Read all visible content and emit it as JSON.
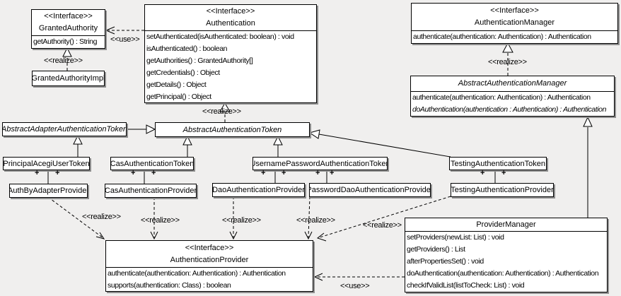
{
  "diagram": {
    "kind": "UML class diagram",
    "background": "#f0efee",
    "box_fill": "#ffffff",
    "border_color": "#000000",
    "shadow_color": "#8f8f8f"
  },
  "labels": {
    "realize": "<<realize>>",
    "use": "<<use>>",
    "plus": "+"
  },
  "classes": {
    "granted_authority": {
      "stereotype": "<<Interface>>",
      "name": "GrantedAuthority",
      "methods": [
        "getAuthority() : String"
      ]
    },
    "granted_authority_impl": {
      "name": "GrantedAuthorityImpl"
    },
    "authentication": {
      "stereotype": "<<Interface>>",
      "name": "Authentication",
      "methods": [
        "setAuthenticated(isAuthenticated: boolean) : void",
        "isAuthenticated() : boolean",
        "getAuthorities() : GrantedAuthority[]",
        "getCredentials() : Object",
        "getDetails() : Object",
        "getPrincipal() : Object"
      ]
    },
    "authentication_manager": {
      "stereotype": "<<Interface>>",
      "name": "AuthenticationManager",
      "methods": [
        "authenticate(authentication: Authentication) : Authentication"
      ]
    },
    "abstract_authentication_manager": {
      "name": "AbstractAuthenticationManager",
      "methods": [
        "authenticate(authentication: Authentication) : Authentication",
        "doAuthentication(authentication : Authentication) : Authentication"
      ]
    },
    "abstract_adapter_authentication_token": {
      "name": "AbstractAdapterAuthenticationToken"
    },
    "abstract_authentication_token": {
      "name": "AbstractAuthenticationToken"
    },
    "principal_acegi_user_token": {
      "name": "PrincipalAcegiUserToken"
    },
    "cas_authentication_token": {
      "name": "CasAuthenticationToken"
    },
    "username_password_authentication_token": {
      "name": "UsernamePasswordAuthenticationToken"
    },
    "testing_authentication_token": {
      "name": "TestingAuthenticationToken"
    },
    "auth_by_adapter_provider": {
      "name": "AuthByAdapterProvider"
    },
    "cas_authentication_provider": {
      "name": "CasAuthenticationProvider"
    },
    "dao_authentication_provider": {
      "name": "DaoAuthenticationProvider"
    },
    "password_dao_authentication_provider": {
      "name": "PasswordDaoAuthenticationProvider"
    },
    "testing_authentication_provider": {
      "name": "TestingAuthenticationProvider"
    },
    "authentication_provider": {
      "stereotype": "<<Interface>>",
      "name": "AuthenticationProvider",
      "methods": [
        "authenticate(authentication: Authentication) : Authentication",
        "supports(authentication: Class) : boolean"
      ]
    },
    "provider_manager": {
      "name": "ProviderManager",
      "methods": [
        "setProviders(newList: List) : void",
        "getProviders() : List",
        "afterPropertiesSet() : void",
        "doAuthentication(authentication: Authentication) : Authentication",
        "checkIfValidList(listToCheck: List) : void"
      ]
    }
  }
}
